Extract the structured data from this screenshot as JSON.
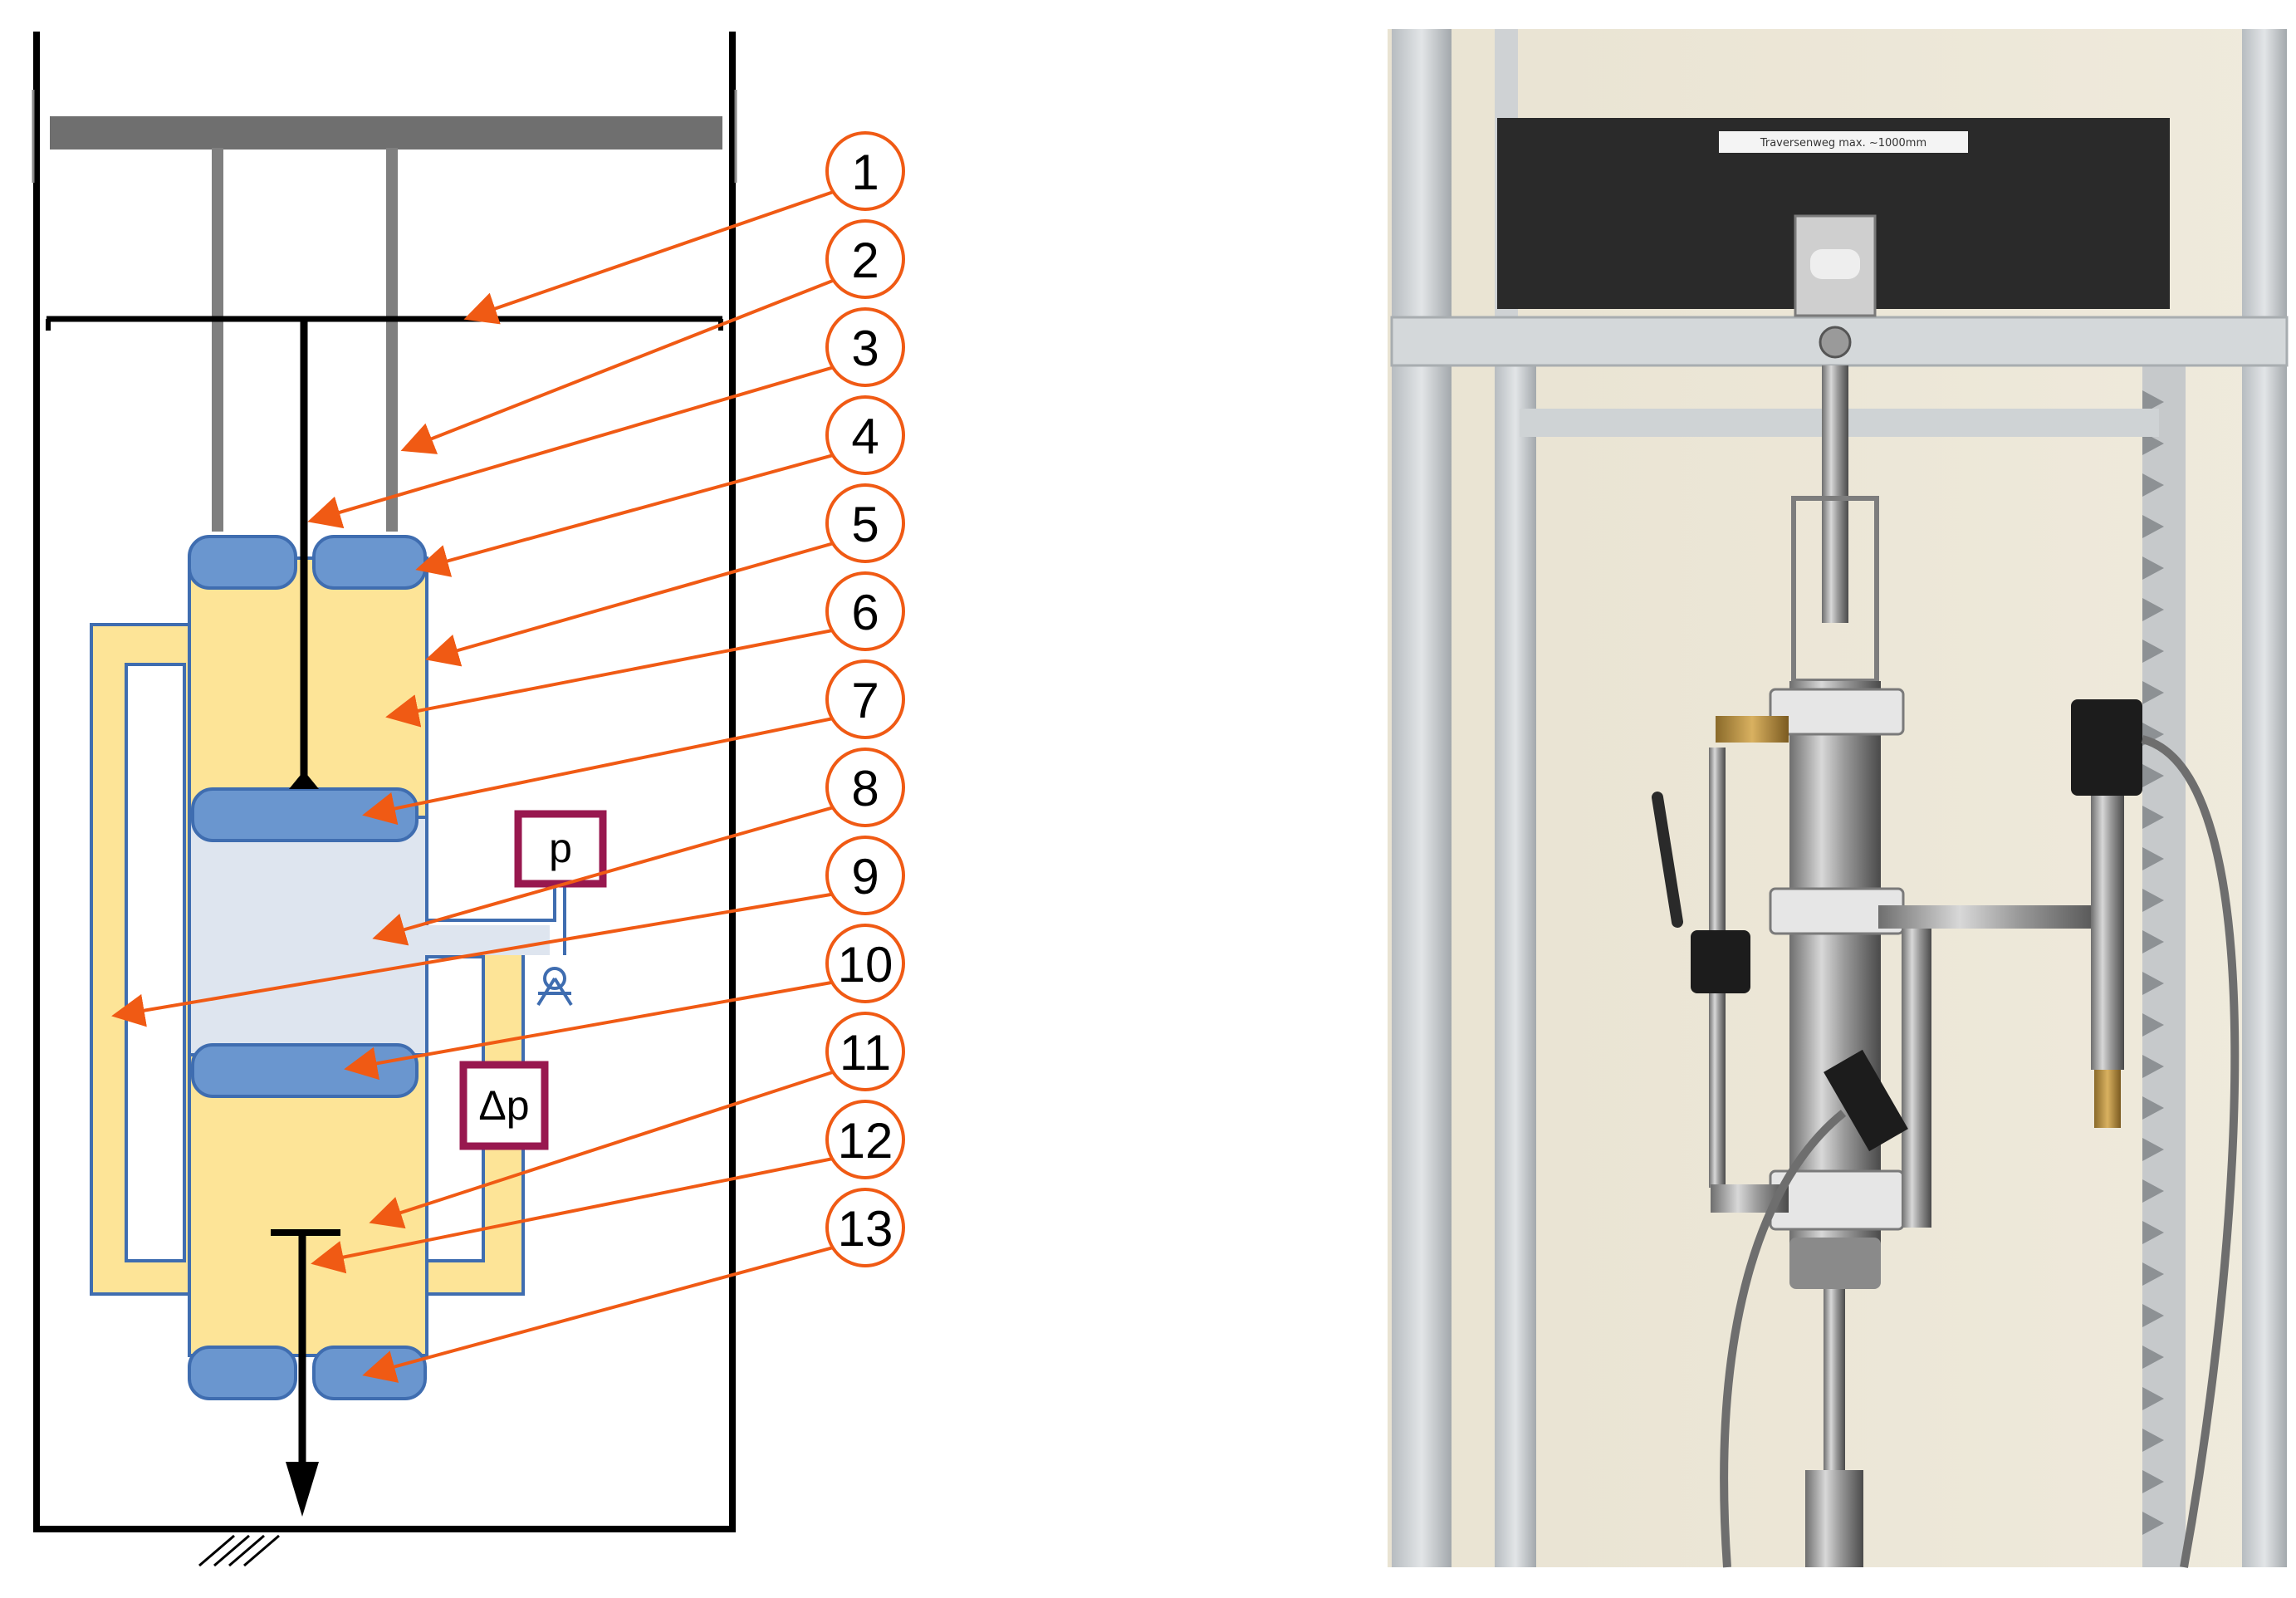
{
  "schematic": {
    "callouts": [
      "1",
      "2",
      "3",
      "4",
      "5",
      "6",
      "7",
      "8",
      "9",
      "10",
      "11",
      "12",
      "13"
    ],
    "pressure_sensor_label": "p",
    "differential_pressure_label": "Δp",
    "colors": {
      "callout": "#f05a14",
      "oil": "#fde497",
      "seal": "#6a96cf",
      "seal_edge": "#3f6db0",
      "chamber": "#dee5ef",
      "sensor_frame": "#98184f",
      "frame": "#000000",
      "crosshead": "#6f6f6f"
    }
  },
  "photo": {
    "crosshead_label": "Traversenweg max. ~1000mm"
  }
}
